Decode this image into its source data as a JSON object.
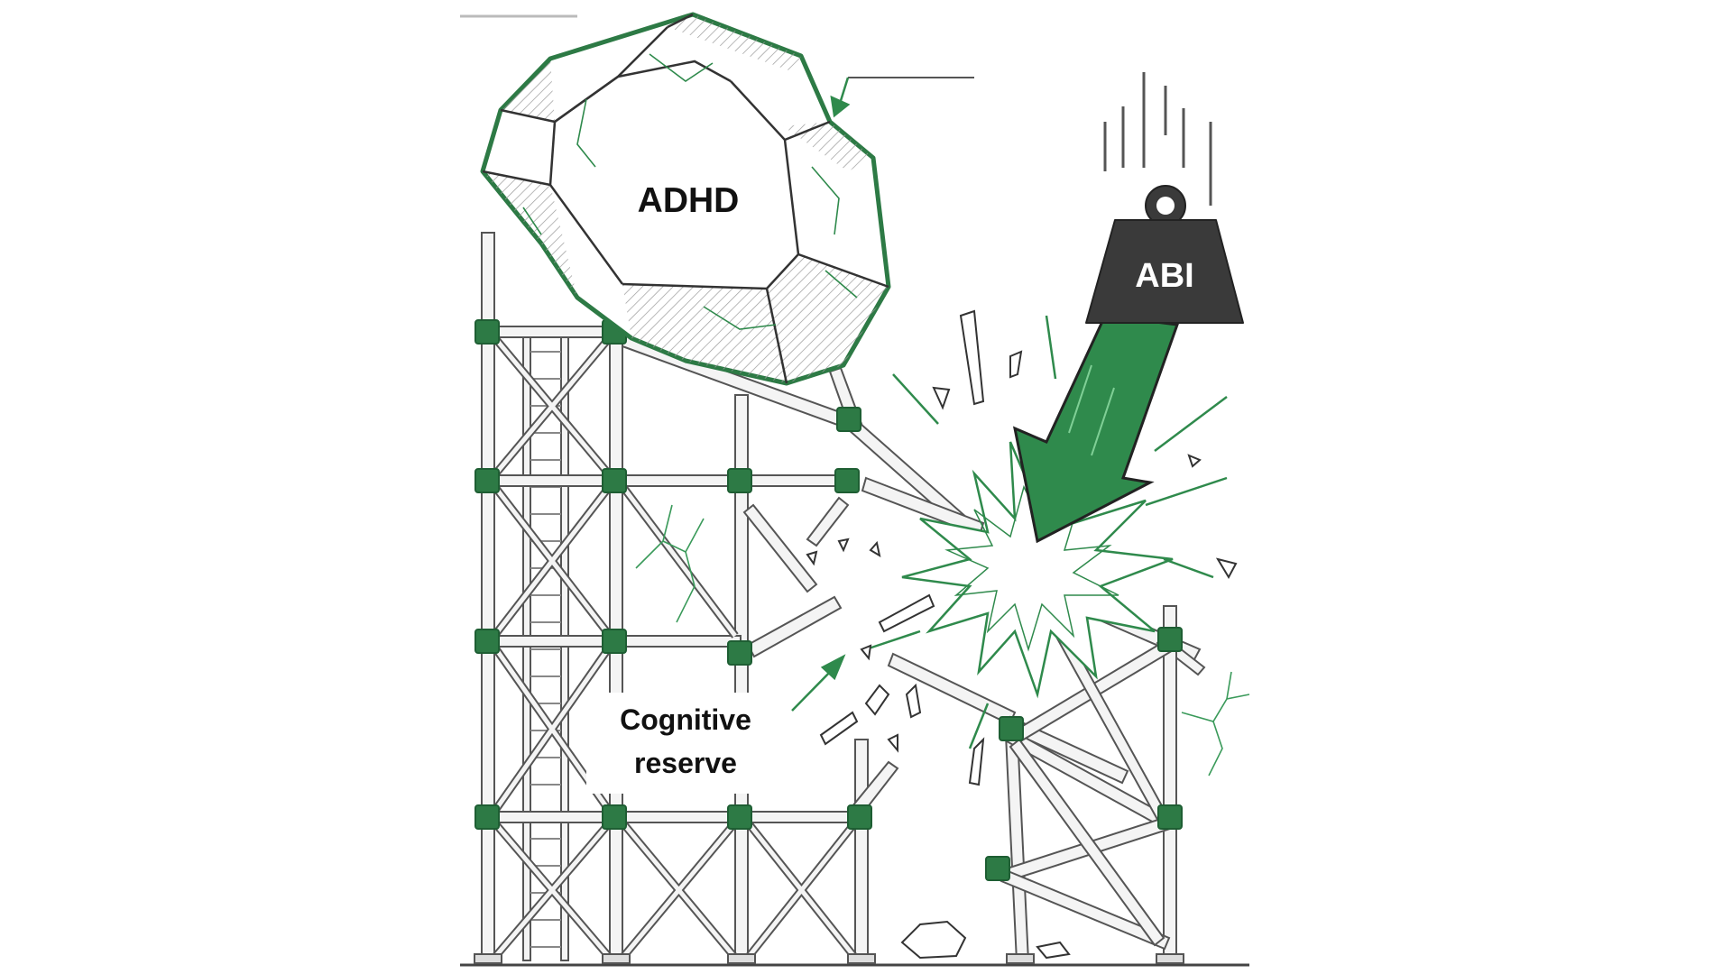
{
  "diagram": {
    "labels": {
      "boulder": "ADHD",
      "weight": "ABI",
      "scaffold": "Cognitive\nreserve"
    },
    "colors": {
      "accent_green": "#2f8a4c",
      "dark_green": "#1e5e33",
      "joint_green": "#2d7a45",
      "weight_gray": "#3a3a3a",
      "line_gray": "#555555",
      "outline": "#222222"
    },
    "icons": [
      "boulder-icon",
      "weight-icon",
      "impact-burst-icon",
      "impact-arrow-icon"
    ]
  }
}
